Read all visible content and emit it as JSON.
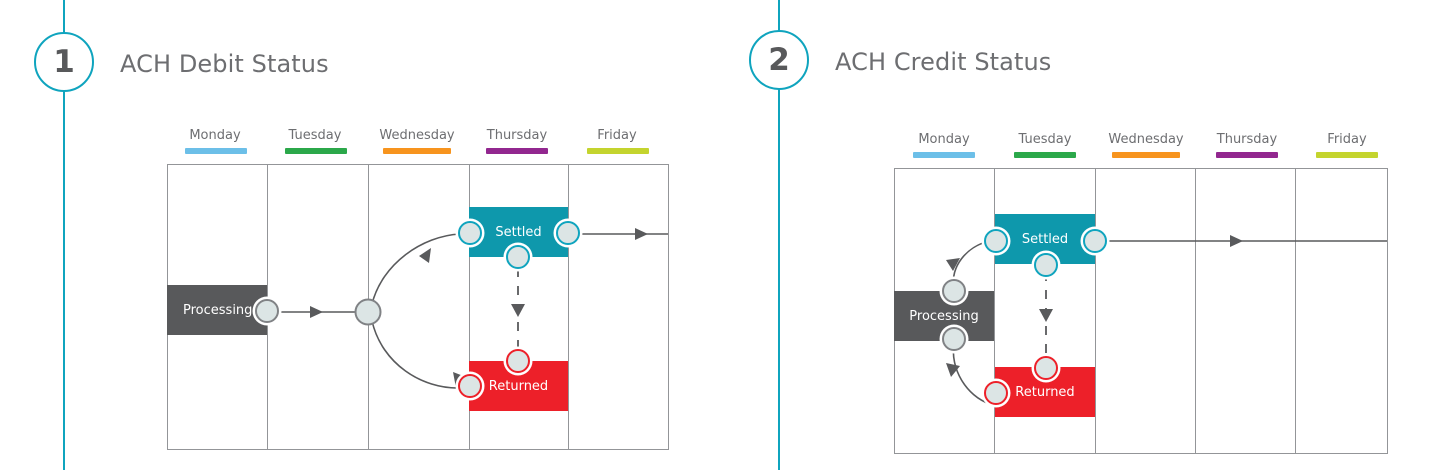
{
  "theme": {
    "accent": "#0FA4BE",
    "title_color": "#6D6E71",
    "processing_color": "#58595B",
    "settled_color": "#0E98AC",
    "returned_color": "#ED2029",
    "grid_color": "#939598",
    "arrow_color": "#595A5C",
    "node_fill": "#DCE5E5"
  },
  "panels": [
    {
      "step": "1",
      "title": "ACH Debit Status",
      "days": [
        {
          "label": "Monday",
          "color": "#6CBFE8"
        },
        {
          "label": "Tuesday",
          "color": "#2BA84A"
        },
        {
          "label": "Wednesday",
          "color": "#F7941E"
        },
        {
          "label": "Thursday",
          "color": "#92278F"
        },
        {
          "label": "Friday",
          "color": "#C4D42E"
        }
      ],
      "statuses": [
        {
          "name": "processing",
          "label": "Processing",
          "day": "Monday",
          "color": "#58595B"
        },
        {
          "name": "settled",
          "label": "Settled",
          "day": "Thursday",
          "color": "#0E98AC"
        },
        {
          "name": "returned",
          "label": "Returned",
          "day": "Thursday",
          "color": "#ED2029"
        }
      ]
    },
    {
      "step": "2",
      "title": "ACH Credit Status",
      "days": [
        {
          "label": "Monday",
          "color": "#6CBFE8"
        },
        {
          "label": "Tuesday",
          "color": "#2BA84A"
        },
        {
          "label": "Wednesday",
          "color": "#F7941E"
        },
        {
          "label": "Thursday",
          "color": "#92278F"
        },
        {
          "label": "Friday",
          "color": "#C4D42E"
        }
      ],
      "statuses": [
        {
          "name": "processing",
          "label": "Processing",
          "day": "Monday",
          "color": "#58595B"
        },
        {
          "name": "settled",
          "label": "Settled",
          "day": "Tuesday",
          "color": "#0E98AC"
        },
        {
          "name": "returned",
          "label": "Returned",
          "day": "Tuesday",
          "color": "#ED2029"
        }
      ]
    }
  ]
}
